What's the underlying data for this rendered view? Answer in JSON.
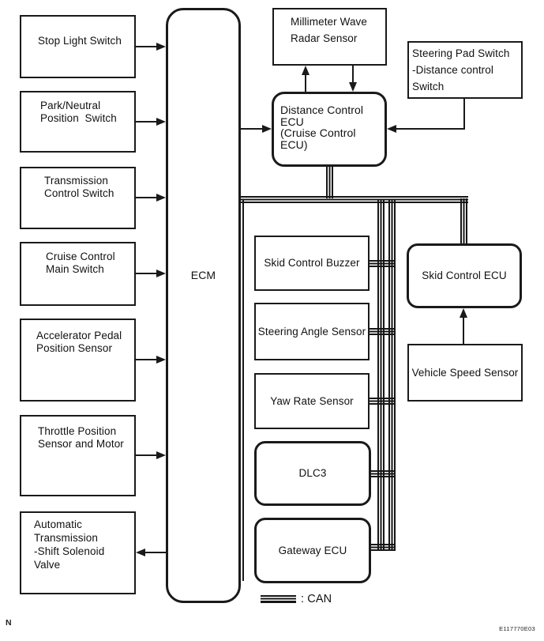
{
  "diagram": {
    "title_hint": "Cruise control system wiring diagram",
    "ecm": {
      "label": "ECM"
    },
    "left_column": [
      {
        "label": "Stop Light Switch"
      },
      {
        "label": "Park/Neutral\nPosition  Switch"
      },
      {
        "label": "Transmission\nControl Switch"
      },
      {
        "label": "Cruise Control\nMain Switch"
      },
      {
        "label": "Accelerator Pedal\nPosition Sensor"
      },
      {
        "label": "Throttle Position\nSensor and Motor"
      },
      {
        "label": "Automatic\nTransmission\n-Shift Solenoid Valve"
      }
    ],
    "top": {
      "radar": {
        "label": "Millimeter Wave\nRadar Sensor"
      },
      "steering_pad": {
        "label": "Steering Pad Switch\n-Distance control Switch"
      },
      "distance_ecu": {
        "label": "Distance Control ECU\n(Cruise Control ECU)"
      }
    },
    "can_column": [
      {
        "label": "Skid Control Buzzer"
      },
      {
        "label": "Steering Angle Sensor"
      },
      {
        "label": "Yaw Rate Sensor"
      },
      {
        "label": "DLC3"
      },
      {
        "label": "Gateway ECU"
      }
    ],
    "right_column": {
      "skid_ecu": {
        "label": "Skid Control ECU"
      },
      "vehicle_speed": {
        "label": "Vehicle Speed Sensor"
      }
    },
    "legend": {
      "can_label": ": CAN"
    },
    "footer": {
      "page_marker": "N",
      "figure_code": "E117770E03"
    },
    "colors": {
      "line": "#1a1a1a",
      "background": "#ffffff"
    }
  }
}
